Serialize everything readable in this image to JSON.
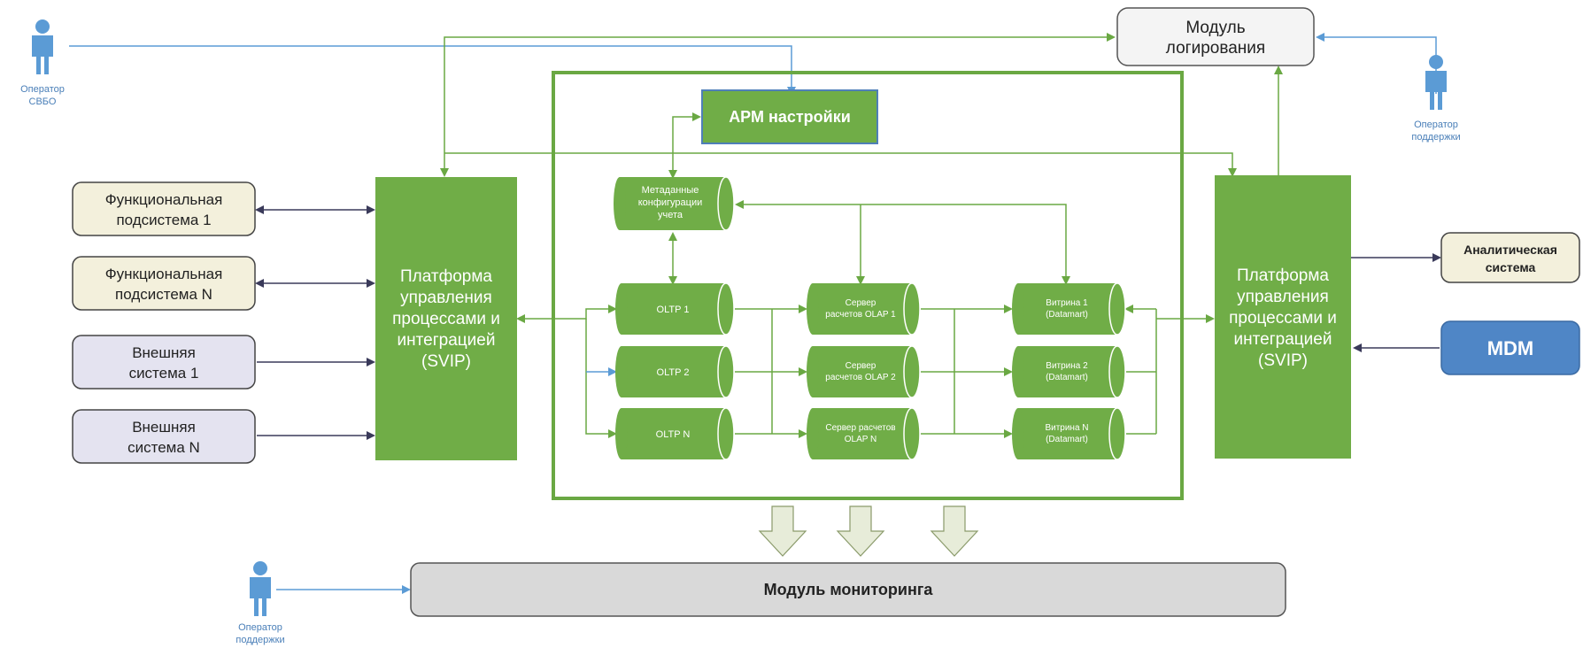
{
  "actors": {
    "operator_svbo": [
      "Оператор",
      "СВБО"
    ],
    "operator_support_right": [
      "Оператор",
      "поддержки"
    ],
    "operator_support_bottom": [
      "Оператор",
      "поддержки"
    ]
  },
  "modules": {
    "logging": [
      "Модуль",
      "логирования"
    ],
    "monitoring": "Модуль мониторинга",
    "arm": "АРМ настройки",
    "metadata": [
      "Метаданные",
      "конфигурации",
      "учета"
    ]
  },
  "platform": {
    "left": [
      "Платформа",
      "управления",
      "процессами и",
      "интеграцией",
      "(SVIP)"
    ],
    "right": [
      "Платформа",
      "управления",
      "процессами и",
      "интеграцией",
      "(SVIP)"
    ]
  },
  "left_systems": {
    "func1": [
      "Функциональная",
      "подсистема 1"
    ],
    "funcN": [
      "Функциональная",
      "подсистема N"
    ],
    "ext1": [
      "Внешняя",
      "система 1"
    ],
    "extN": [
      "Внешняя",
      "система N"
    ]
  },
  "right_systems": {
    "analytic": [
      "Аналитическая",
      "система"
    ],
    "mdm": "MDM"
  },
  "oltp": [
    "OLTP 1",
    "OLTP 2",
    "OLTP N"
  ],
  "olap": [
    [
      "Сервер",
      "расчетов OLAP 1"
    ],
    [
      "Сервер",
      "расчетов OLAP 2"
    ],
    [
      "Сервер расчетов",
      "OLAP N"
    ]
  ],
  "datamart": [
    [
      "Витрина 1",
      "(Datamart)"
    ],
    [
      "Витрина 2",
      "(Datamart)"
    ],
    [
      "Витрина N",
      "(Datamart)"
    ]
  ],
  "colors": {
    "green": "#70ad47",
    "green_dark": "#4e8f2e",
    "blue_line": "#5b9bd5",
    "dark_line": "#3a3a5a",
    "func_fill": "#f3f0dc",
    "ext_fill": "#e4e3f0",
    "mdm_fill": "#4f86c6",
    "monitor_fill": "#d9d9d9",
    "arrow_fill": "#e7ecd9"
  }
}
